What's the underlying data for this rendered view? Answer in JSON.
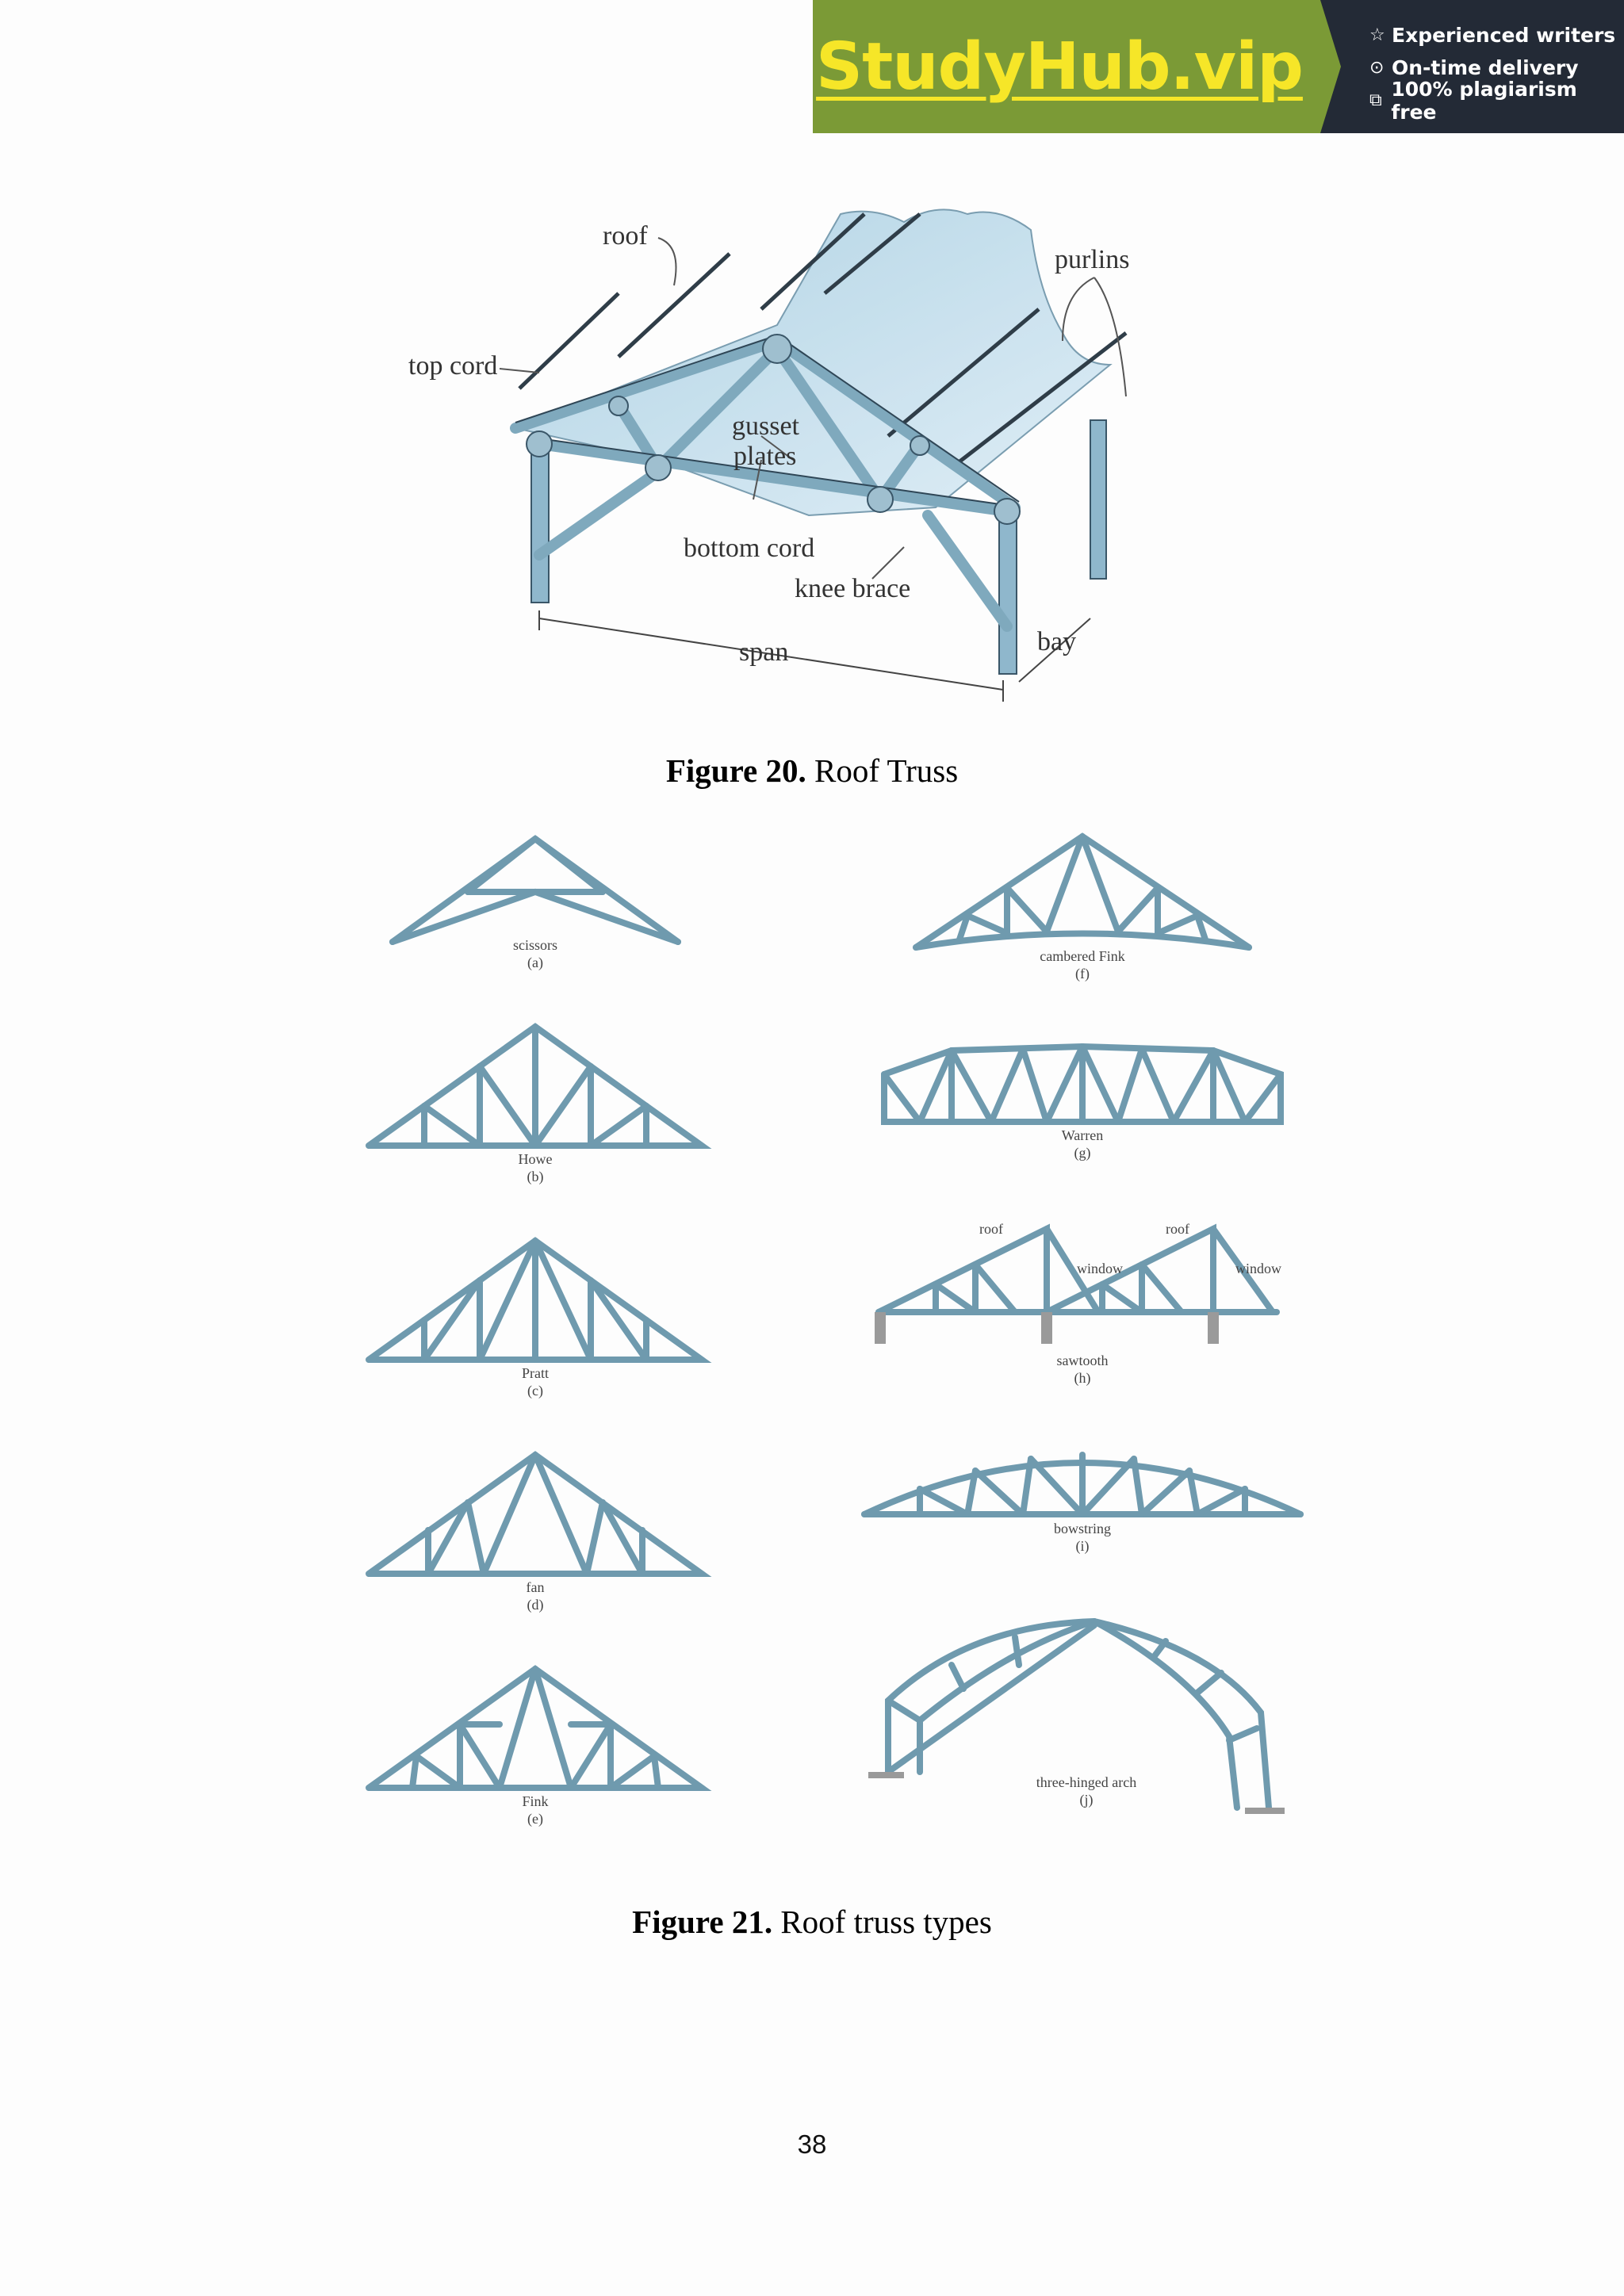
{
  "banner": {
    "brand": "StudyHub.vip",
    "features": [
      {
        "icon": "star-icon",
        "glyph": "☆",
        "text": "Experienced writers"
      },
      {
        "icon": "clock-icon",
        "glyph": "⊙",
        "text": "On-time delivery"
      },
      {
        "icon": "copy-icon",
        "glyph": "⧉",
        "text": "100% plagiarism free"
      }
    ]
  },
  "figure20": {
    "labels": {
      "roof": "roof",
      "purlins": "purlins",
      "top_cord": "top cord",
      "gusset": "gusset",
      "plates": "plates",
      "bottom_cord": "bottom cord",
      "knee_brace": "knee brace",
      "span": "span",
      "bay": "bay"
    },
    "caption_bold": "Figure 20.",
    "caption_text": " Roof Truss"
  },
  "figure21": {
    "types": {
      "a": {
        "name": "scissors",
        "letter": "(a)"
      },
      "b": {
        "name": "Howe",
        "letter": "(b)"
      },
      "c": {
        "name": "Pratt",
        "letter": "(c)"
      },
      "d": {
        "name": "fan",
        "letter": "(d)"
      },
      "e": {
        "name": "Fink",
        "letter": "(e)"
      },
      "f": {
        "name": "cambered Fink",
        "letter": "(f)"
      },
      "g": {
        "name": "Warren",
        "letter": "(g)"
      },
      "h": {
        "name": "sawtooth",
        "letter": "(h)",
        "roof": "roof",
        "window": "window"
      },
      "i": {
        "name": "bowstring",
        "letter": "(i)"
      },
      "j": {
        "name": "three-hinged arch",
        "letter": "(j)"
      }
    },
    "caption_bold": "Figure 21.",
    "caption_text": " Roof truss types"
  },
  "page_number": "38"
}
